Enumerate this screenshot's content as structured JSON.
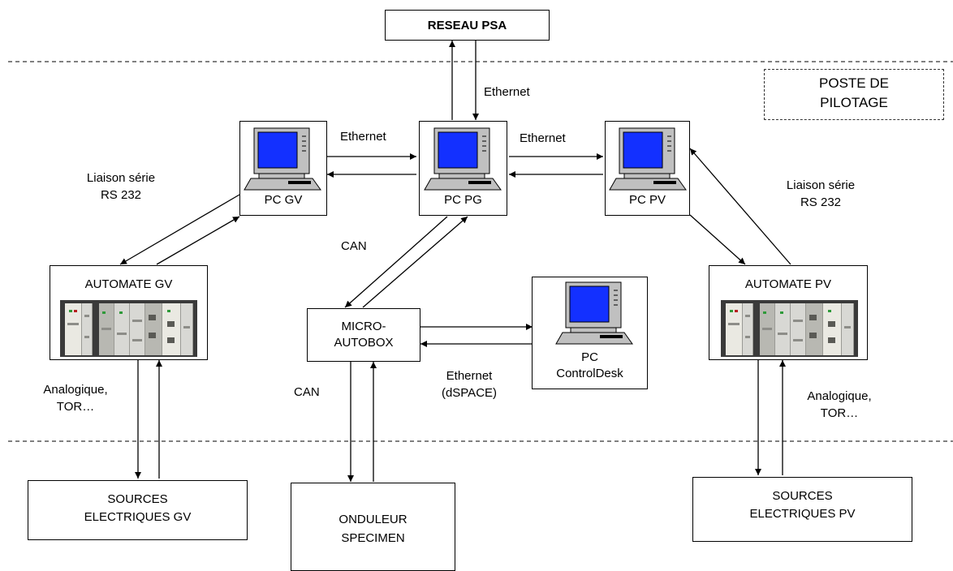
{
  "diagram": {
    "reseau": "RESEAU PSA",
    "pilot_label_line1": "POSTE DE",
    "pilot_label_line2": "PILOTAGE",
    "pc_gv": "PC GV",
    "pc_pg": "PC PG",
    "pc_pv": "PC PV",
    "pc_cd_line1": "PC",
    "pc_cd_line2": "ControlDesk",
    "automate_gv": "AUTOMATE GV",
    "automate_pv": "AUTOMATE PV",
    "microautobox_line1": "MICRO-",
    "microautobox_line2": "AUTOBOX",
    "sources_gv_line1": "SOURCES",
    "sources_gv_line2": "ELECTRIQUES GV",
    "sources_pv_line1": "SOURCES",
    "sources_pv_line2": "ELECTRIQUES PV",
    "onduleur_line1": "ONDULEUR",
    "onduleur_line2": "SPECIMEN",
    "links": {
      "ethernet_top": "Ethernet",
      "ethernet_gv_pg": "Ethernet",
      "ethernet_pg_pv": "Ethernet",
      "rs232_left_line1": "Liaison série",
      "rs232_left_line2": "RS 232",
      "rs232_right_line1": "Liaison série",
      "rs232_right_line2": "RS 232",
      "can_upper": "CAN",
      "can_lower": "CAN",
      "ethernet_dspace_line1": "Ethernet",
      "ethernet_dspace_line2": "(dSPACE)",
      "analog_left_line1": "Analogique,",
      "analog_left_line2": "TOR…",
      "analog_right_line1": "Analogique,",
      "analog_right_line2": "TOR…"
    },
    "colors": {
      "screen_blue": "#1330ff",
      "pc_grey": "#c0c0c0",
      "line": "#000000"
    }
  }
}
